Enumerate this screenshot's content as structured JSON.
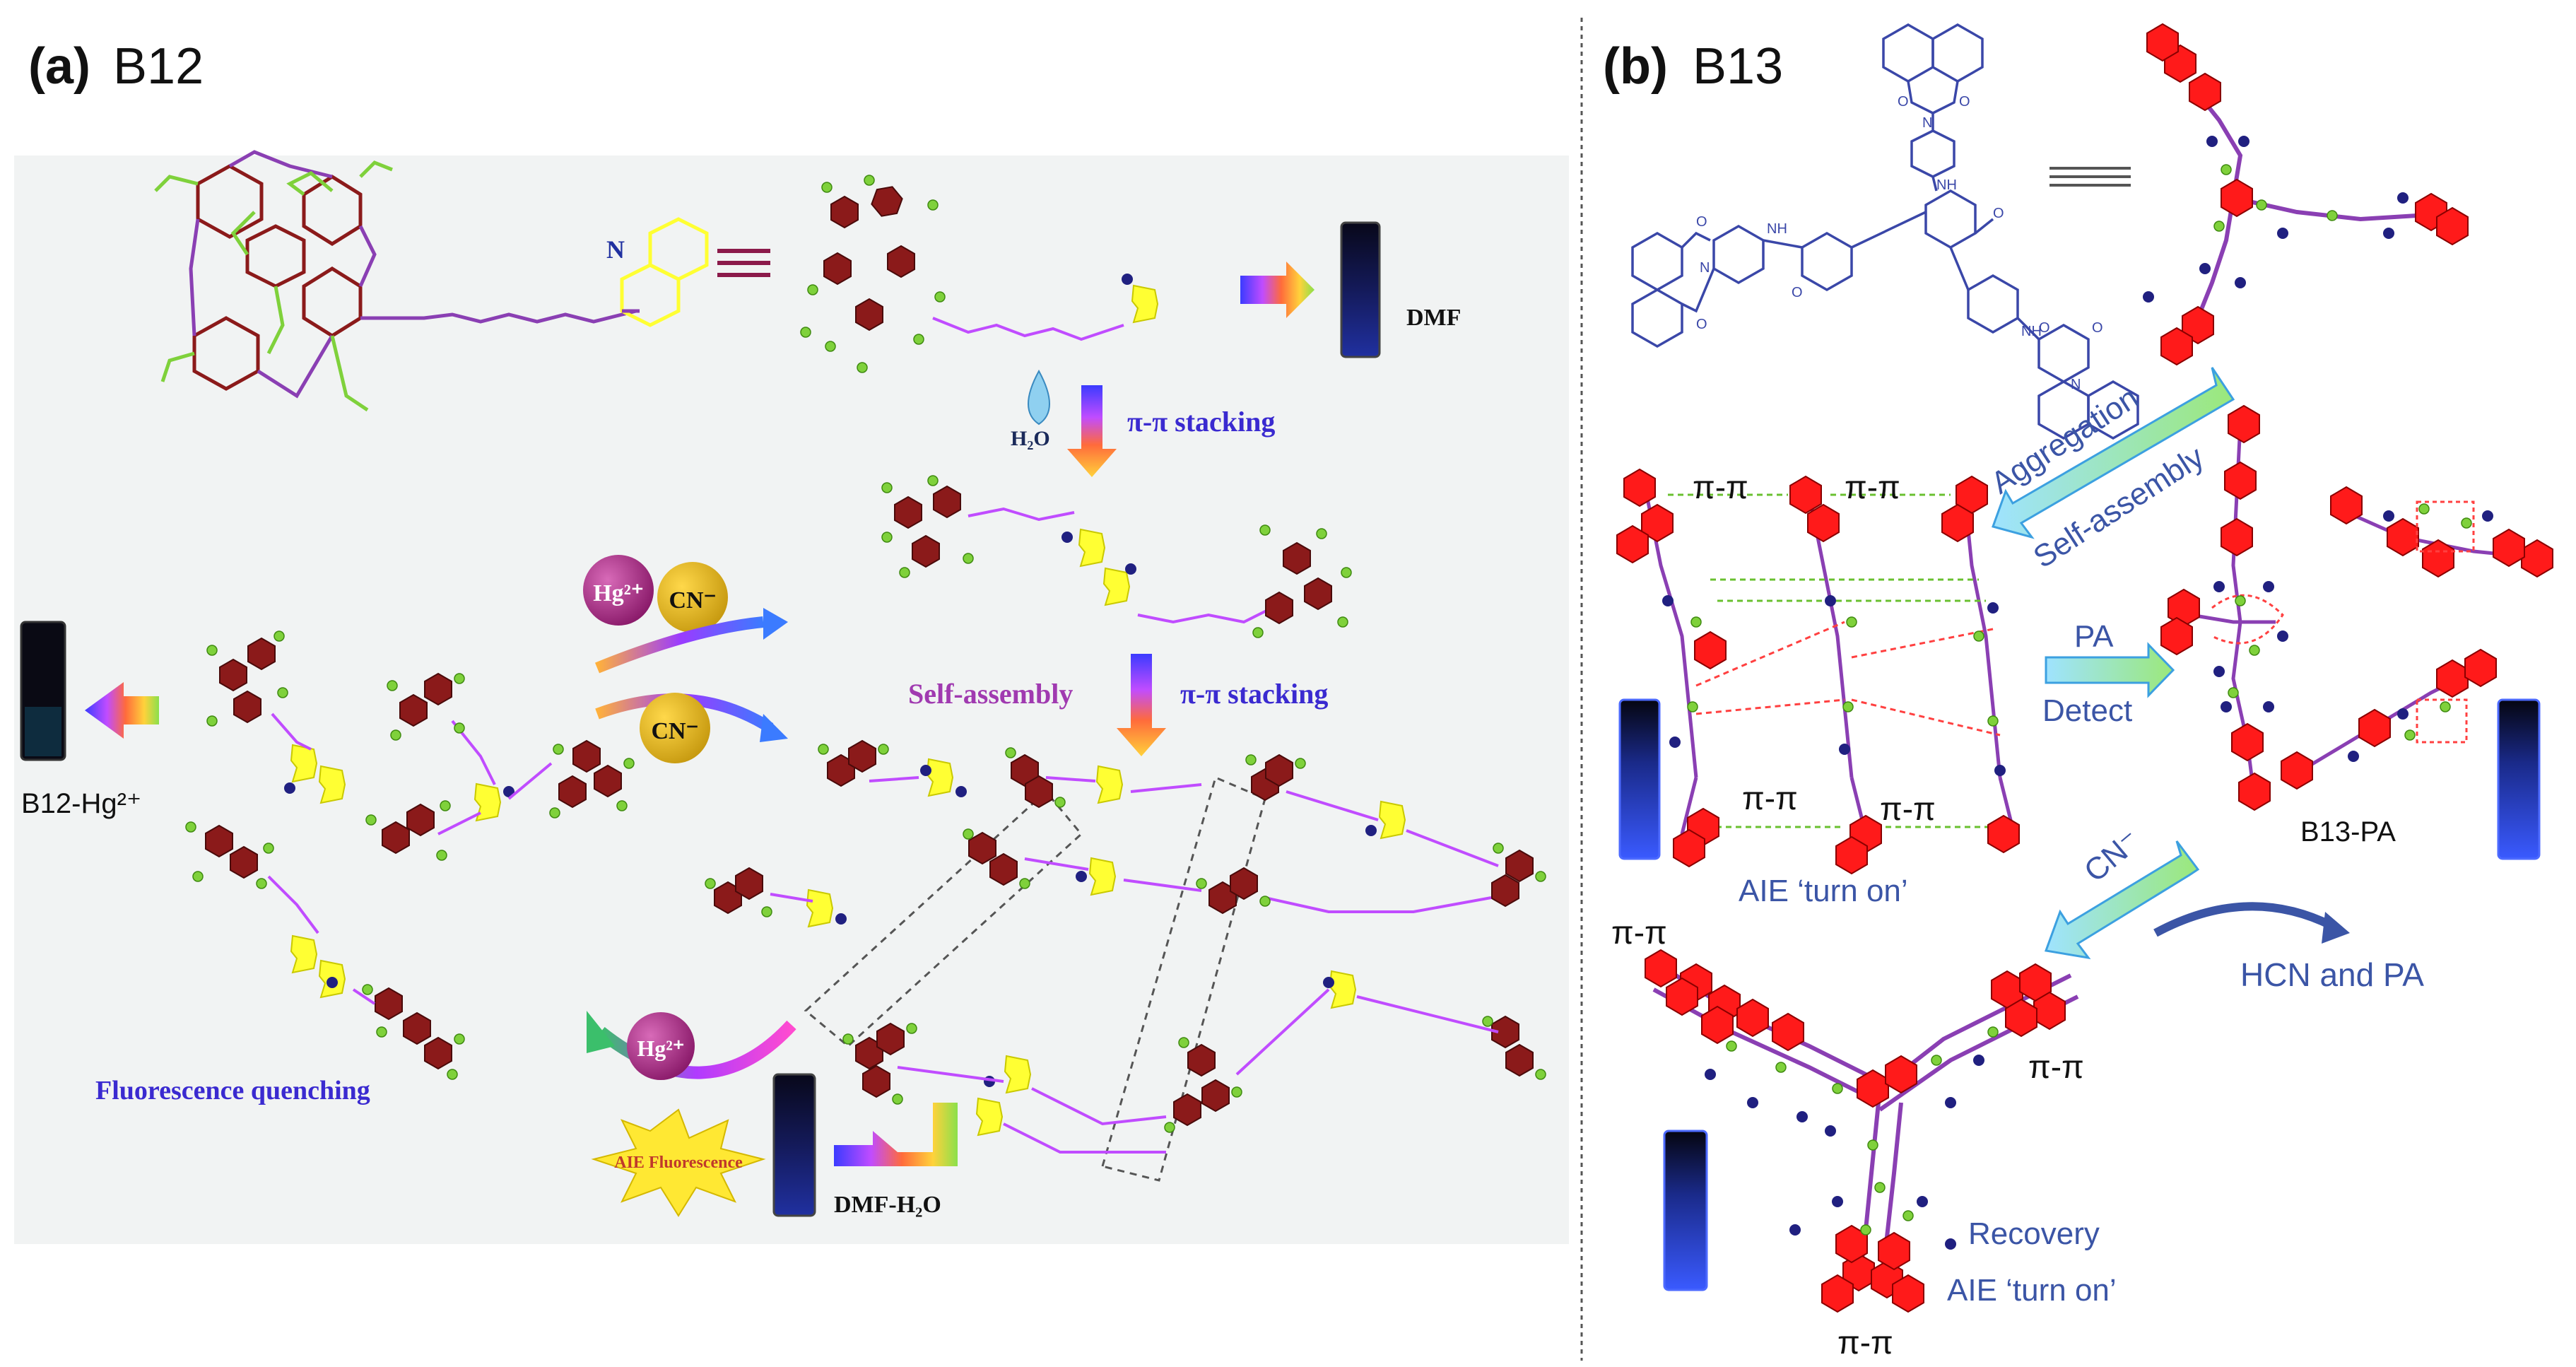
{
  "panel_a": {
    "label_bold": "(a)",
    "label_name": "B12",
    "dmf": "DMF",
    "h2o": "H₂O",
    "pipi_top": "π-π stacking",
    "self_assembly": "Self-assembly",
    "pipi_mid": "π-π stacking",
    "hg_ion": "Hg²⁺",
    "cn_ion": "CN⁻",
    "cn_ion2": "CN⁻",
    "hg_ion2": "Hg²⁺",
    "b12_hg": "B12-Hg²⁺",
    "quench": "Fluorescence quenching",
    "aie": "AIE Fluorescence",
    "dmf_h2o": "DMF-H₂O",
    "n_label": "N"
  },
  "panel_b": {
    "label_bold": "(b)",
    "label_name": "B13",
    "aggregation": "Aggregation",
    "self_assembly": "Self-assembly",
    "pipi": "π-π",
    "pa": "PA",
    "detect": "Detect",
    "b13_pa": "B13-PA",
    "aie_on": "AIE ‘turn on’",
    "cn": "CN⁻",
    "hcn_pa": "HCN and PA",
    "recovery": "Recovery",
    "aie_on2": "AIE ‘turn on’",
    "nh": "NH",
    "o": "O",
    "n": "N"
  },
  "colors": {
    "dark_red": "#8b1a1a",
    "bright_red": "#ff1a1a",
    "yellow": "#ffff33",
    "green": "#7fd13b",
    "purple": "#8a3fb3",
    "navy": "#202080",
    "blue_text": "#3b55a6",
    "struct_blue": "#3a47a8"
  }
}
